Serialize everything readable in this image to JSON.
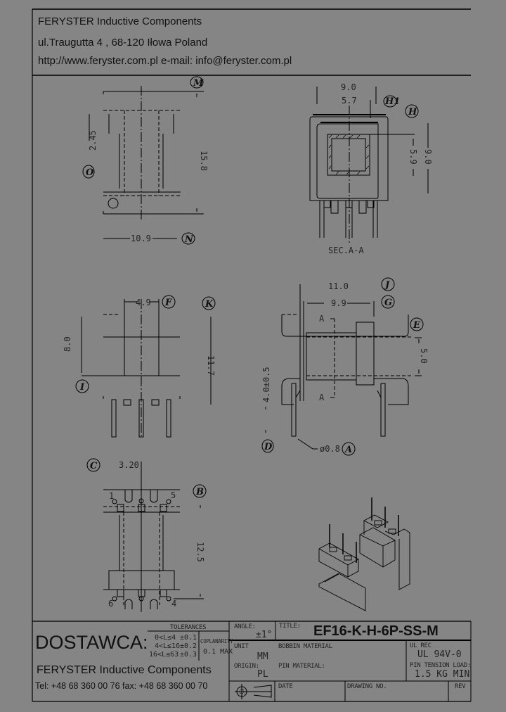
{
  "header": {
    "company": "FERYSTER Inductive Components",
    "address": "ul.Traugutta 4 , 68-120 Iłowa   Poland",
    "contact": "http://www.feryster.com.pl   e-mail: info@feryster.com.pl"
  },
  "views": {
    "top_left": {
      "dim_width": "10.9",
      "dim_height": "15.8",
      "dim_offset": "2.45",
      "callouts": [
        "M",
        "N",
        "O"
      ]
    },
    "section": {
      "dim_outer_width": "9.0",
      "dim_inner_width": "5.7",
      "dim_inner_height": "5.9",
      "dim_outer_height": "9.0",
      "caption": "SEC.A-A",
      "callouts": [
        "H1",
        "H"
      ]
    },
    "side": {
      "dim_core": "4.9",
      "dim_height": "8.0",
      "dim_total": "11.7",
      "callouts": [
        "F",
        "K",
        "I"
      ]
    },
    "front": {
      "dim_overall": "11.0",
      "dim_inner": "9.9",
      "dim_window": "5.0",
      "dim_pin_len": "4.0±0.5",
      "pin_dia": "ø0.8",
      "section_marks": [
        "A",
        "A"
      ],
      "callouts": [
        "J",
        "G",
        "E",
        "D",
        "A"
      ]
    },
    "bottom": {
      "dim_pitch": "3.20",
      "dim_row": "12.5",
      "pin_numbers": [
        "1",
        "5",
        "6",
        "4"
      ],
      "callouts": [
        "C",
        "B"
      ]
    }
  },
  "title_block": {
    "supplier_label": "DOSTAWCA:",
    "company": "FERYSTER Inductive Components",
    "phone_fax": "Tel: +48 68 360 00 76  fax: +48 68 360 00 70",
    "tolerances": {
      "heading": "TOLERANCES",
      "rows": [
        {
          "range": "0<L≤4",
          "value": "±0.1"
        },
        {
          "range": "4<L≤16",
          "value": "±0.2"
        },
        {
          "range": "16<L≤63",
          "value": "±0.3"
        }
      ],
      "coplanarity_label": "COPLANARITY",
      "coplanarity_value": "0.1  MAX"
    },
    "angle_label": "ANGLE:",
    "angle_value": "±1°",
    "unit_label": "UNIT",
    "unit_value": "MM",
    "origin_label": "ORIGIN:",
    "origin_value": "PL",
    "title_label": "TITLE:",
    "title_value": "EF16-K-H-6P-SS-M",
    "bobbin_material_label": "BOBBIN MATERIAL",
    "pin_material_label": "PIN MATERIAL:",
    "ul_rec_label": "UL REC",
    "ul_rec_value": "UL 94V-0",
    "pin_tension_label": "PIN TENSION LOAD:",
    "pin_tension_value": "1.5 KG MIN",
    "date_label": "DATE",
    "drawing_no_label": "DRAWING NO.",
    "rev_label": "REV"
  },
  "colors": {
    "background": "#858585",
    "line": "#000000"
  }
}
